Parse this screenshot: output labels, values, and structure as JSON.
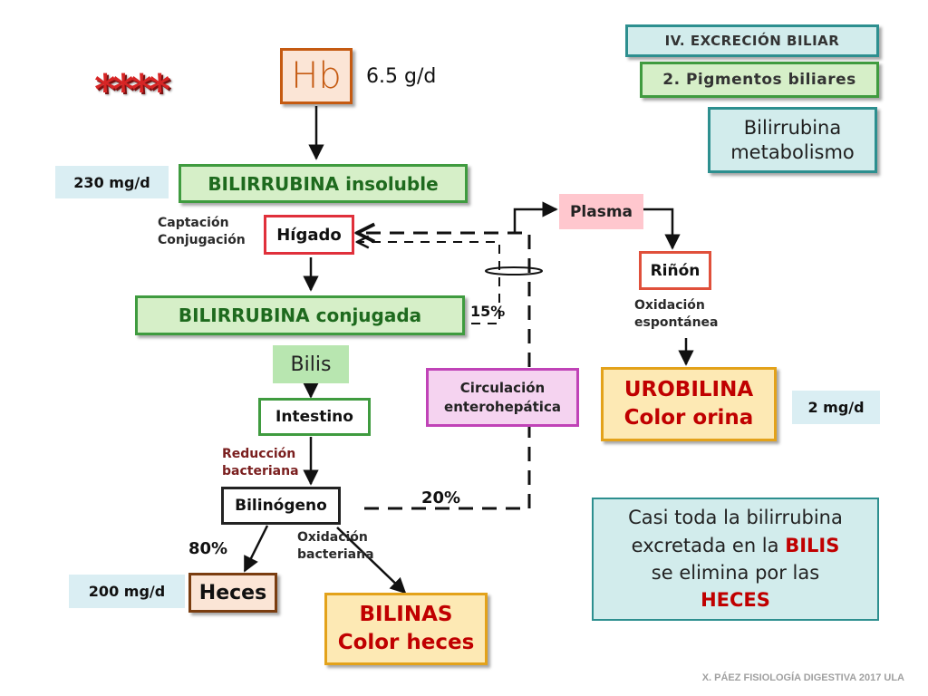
{
  "header": {
    "section": "IV. EXCRECIÓN BILIAR",
    "subsection": "2. Pigmentos biliares",
    "topic": "Bilirrubina metabolismo"
  },
  "stars": "****",
  "hb": {
    "label": "Hb",
    "rate": "6.5 g/d"
  },
  "insoluble": {
    "amount": "230 mg/d",
    "label": "BILIRRUBINA insoluble"
  },
  "liver": {
    "label": "Hígado",
    "process_1": "Captación",
    "process_2": "Conjugación"
  },
  "conjugated": {
    "label": "BILIRRUBINA conjugada",
    "percent": "15%"
  },
  "bile": {
    "label": "Bilis"
  },
  "intestine": {
    "label": "Intestino",
    "process_1": "Reducción",
    "process_2": "bacteriana"
  },
  "bilinogen": {
    "label": "Bilinógeno",
    "percent": "20%"
  },
  "feces": {
    "percent": "80%",
    "amount": "200 mg/d",
    "label": "Heces"
  },
  "bilins": {
    "process_1": "Oxidación",
    "process_2": "bacteriana",
    "line_1": "BILINAS",
    "line_2": "Color heces"
  },
  "plasma": {
    "label": "Plasma"
  },
  "enterohepatic": {
    "line_1": "Circulación",
    "line_2": "enterohepática"
  },
  "kidney": {
    "label": "Riñón",
    "process_1": "Oxidación",
    "process_2": "espontánea"
  },
  "urobilin": {
    "line_1": "UROBILINA",
    "line_2": "Color orina",
    "amount": "2 mg/d"
  },
  "note": {
    "line_1": "Casi toda la bilirrubina",
    "line_2a": "excretada en la ",
    "line_2b": "BILIS",
    "line_3": "se elimina por las",
    "line_4": "HECES"
  },
  "footer": "X. PÁEZ   FISIOLOGÍA DIGESTIVA 2017 ULA",
  "colors": {
    "accent_red": "#c00000",
    "green_border": "#3f9b3f",
    "teal_border": "#2d8f8f"
  }
}
